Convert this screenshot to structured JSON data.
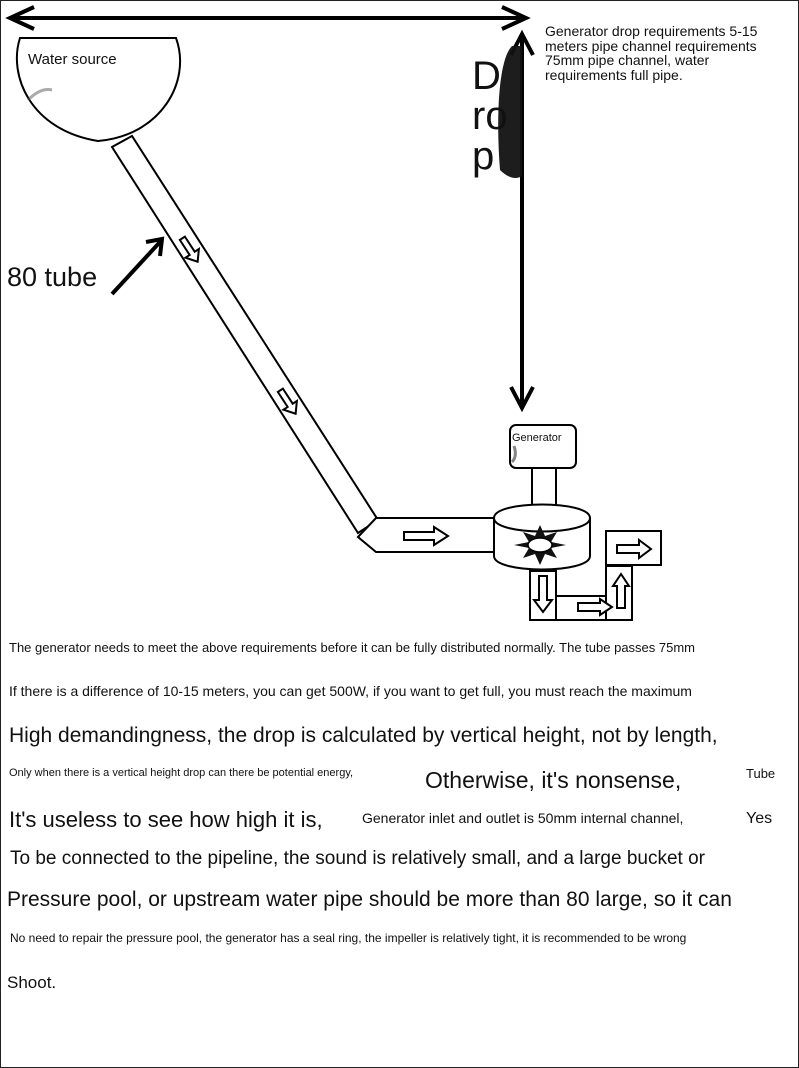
{
  "labels": {
    "water_source": "Water source",
    "tube": "80 tube",
    "drop": "Drop",
    "generator": "Generator",
    "requirements": "Generator drop requirements 5-15 meters pipe channel requirements 75mm pipe channel, water requirements full pipe."
  },
  "notes": [
    "The generator needs to meet the above requirements before it can be fully distributed normally. The tube passes 75mm",
    "If there is a difference of 10-15 meters, you can get 500W, if you want to get full, you must reach the maximum",
    "High demandingness, the drop is calculated by vertical height, not by length,",
    "Only when there is a vertical height drop can there be potential energy,",
    "Otherwise, it's nonsense,",
    "Tube",
    "It's useless to see how high it is,",
    "Generator inlet and outlet is 50mm internal channel,",
    "Yes",
    "To be connected to the pipeline, the sound is relatively small, and a large bucket or",
    "Pressure pool, or upstream water pipe should be more than 80 large, so it can",
    "No need to repair the pressure pool, the generator has a seal ring, the impeller is relatively tight, it is recommended to be wrong",
    "Shoot."
  ]
}
